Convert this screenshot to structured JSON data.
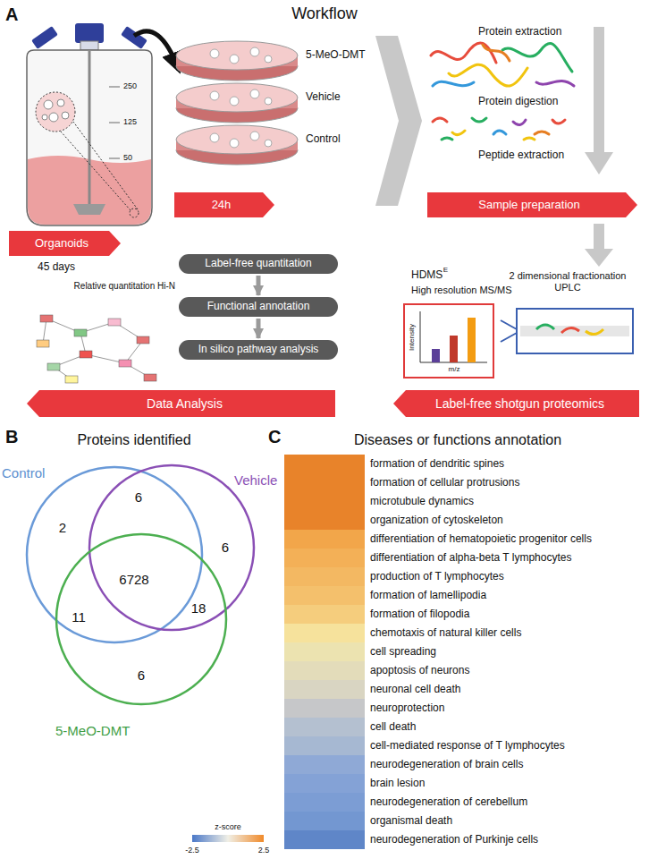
{
  "diagram": {
    "nodes": [
      {
        "text": [
          "Organoids"
        ]
      },
      {
        "text": [
          "24h"
        ]
      },
      {
        "text": [
          "Sample preparation"
        ]
      },
      {
        "text": [
          "Label-free quantitation"
        ]
      },
      {
        "text": [
          "Functional annotation"
        ]
      },
      {
        "text": [
          "In silico pathway analysis"
        ]
      },
      {
        "text": [
          "Data Analysis"
        ]
      },
      {
        "text": [
          "Label-free shotgun proteomics"
        ]
      }
    ],
    "edges": [
      {
        "from": 3,
        "to": 4,
        "arrow": "to"
      },
      {
        "from": 4,
        "to": 5,
        "arrow": "to"
      }
    ],
    "labels": [
      "A",
      "Workflow",
      "250",
      "125",
      "50",
      "45 days",
      "5-MeO-DMT",
      "Vehicle",
      "Control",
      "Protein extraction",
      "Protein digestion",
      "Peptide extraction",
      "Relative quantitation Hi-N",
      "HDMS",
      "E",
      "High resolution MS/MS",
      "Intensity",
      "m/z",
      "2 dimensional fractionation UPLC",
      "B",
      "Proteins identified",
      "Control",
      "Vehicle",
      "5-MeO-DMT",
      "2",
      "6",
      "6",
      "6728",
      "11",
      "18",
      "6",
      "z-score",
      "-2.5",
      "2.5",
      "C",
      "Diseases or functions annotation",
      "formation of dendritic spines",
      "formation of cellular protrusions",
      "microtubule dynamics",
      "organization of cytoskeleton",
      "differentiation of hematopoietic progenitor cells",
      "differentiation of alpha-beta T lymphocytes",
      "production of T lymphocytes",
      "formation of lamellipodia",
      "formation of filopodia",
      "chemotaxis of natural killer cells",
      "cell spreading",
      "apoptosis of neurons",
      "neuronal cell death",
      "neuroprotection",
      "cell death",
      "cell-mediated response of T lymphocytes",
      "neurodegeneration of brain cells",
      "brain lesion",
      "neurodegeneration of cerebellum",
      "organismal death",
      "neurodegeneration of Purkinje cells"
    ]
  }
}
